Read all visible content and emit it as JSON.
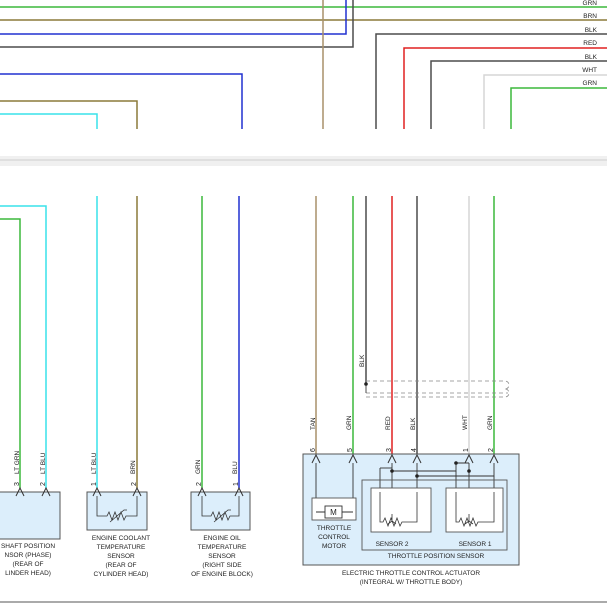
{
  "wire_colors": {
    "GRN": "#3cb83c",
    "BRN": "#8c7a3a",
    "BLK": "#4d4d4d",
    "RED": "#e02020",
    "WHT": "#d6d6d6",
    "BLU": "#2030d0",
    "LT_BLU": "#38e2ea",
    "TAN": "#a8906a"
  },
  "right_tags": [
    "GRN",
    "BRN",
    "BLK",
    "RED",
    "BLK",
    "WHT",
    "GRN"
  ],
  "wire_labels": {
    "lt_grn": "LT GRN",
    "lt_blu": "LT BLU",
    "brn": "BRN",
    "grn": "GRN",
    "blu": "BLU",
    "tan": "TAN",
    "red": "RED",
    "blk": "BLK",
    "wht": "WHT"
  },
  "pins": {
    "camshaft_3": "3",
    "camshaft_2": "2",
    "coolant_1": "1",
    "coolant_2": "2",
    "oil_2": "2",
    "oil_1": "1",
    "throttle_6": "6",
    "throttle_5": "5",
    "throttle_3": "3",
    "throttle_4": "4",
    "throttle_1": "1",
    "throttle_2": "2"
  },
  "components": {
    "camshaft": [
      "SHAFT POSITION",
      "NSOR (PHASE)",
      "(REAR OF",
      "LINDER HEAD)"
    ],
    "coolant": [
      "ENGINE COOLANT",
      "TEMPERATURE",
      "SENSOR",
      "(REAR OF",
      "CYLINDER HEAD)"
    ],
    "oil": [
      "ENGINE OIL",
      "TEMPERATURE",
      "SENSOR",
      "(RIGHT SIDE",
      "OF ENGINE BLOCK)"
    ],
    "motor_symbol": "M",
    "motor": [
      "THROTTLE",
      "CONTROL",
      "MOTOR"
    ],
    "sensor2": "SENSOR 2",
    "sensor1": "SENSOR 1",
    "tps": "THROTTLE POSITION SENSOR",
    "etc": [
      "ELECTRIC THROTTLE CONTROL ACTUATOR",
      "(INTEGRAL W/ THROTTLE BODY)"
    ]
  }
}
